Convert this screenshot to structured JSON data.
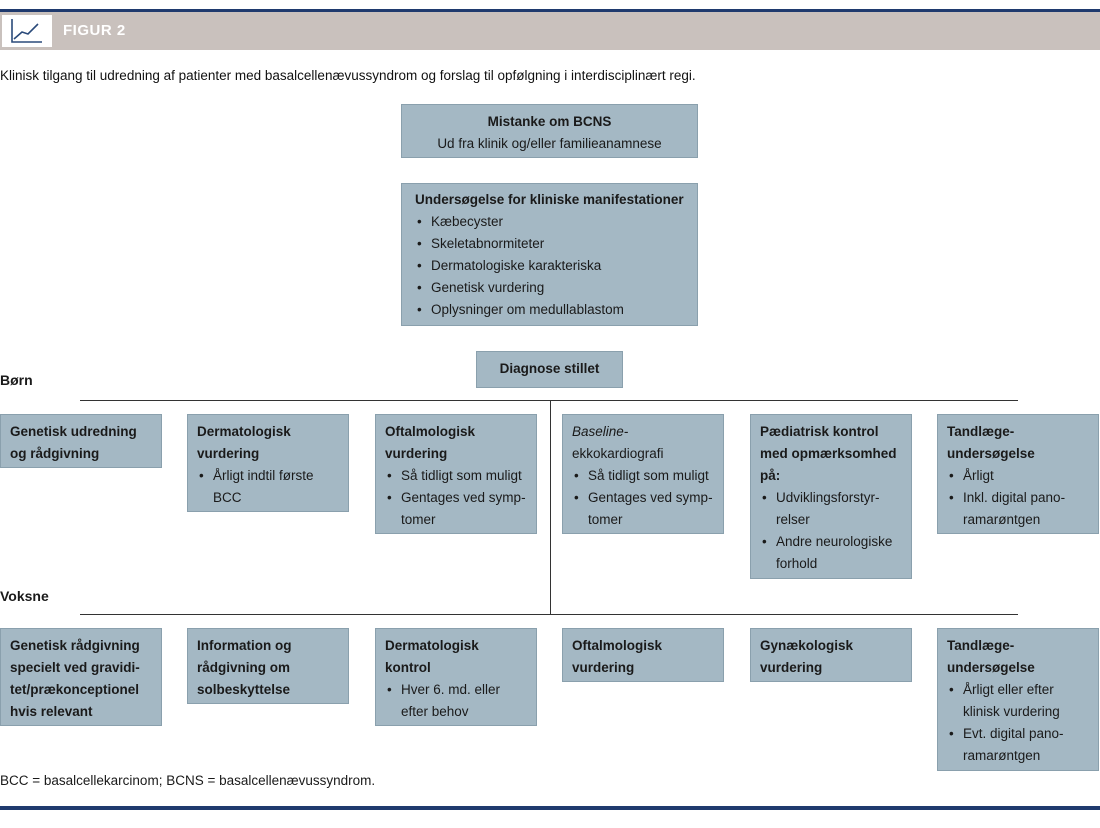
{
  "figure": {
    "label": "FIGUR 2",
    "icon": "line-chart-icon"
  },
  "caption": "Klinisk tilgang til udredning af patienter med basalcellenævussyndrom og forslag til opfølgning i interdisciplinært regi.",
  "top": {
    "suspicion": {
      "title": "Mistanke om BCNS",
      "subtitle": "Ud fra klinik og/eller familieanamnese"
    },
    "examination": {
      "title": "Undersøgelse for kliniske manifestationer",
      "items": [
        "Kæbecyster",
        "Skeletabnormiteter",
        "Dermatologiske karakteriska",
        "Genetisk vurdering",
        "Oplysninger om medullablastom"
      ]
    },
    "diagnosis": "Diagnose stillet"
  },
  "children": {
    "label": "Børn",
    "boxes": [
      {
        "title": [
          "Genetisk udredning",
          "og rådgivning"
        ],
        "items": []
      },
      {
        "title": [
          "Dermatologisk",
          "vurdering"
        ],
        "items": [
          [
            "Årligt indtil første",
            "BCC"
          ]
        ]
      },
      {
        "title": [
          "Oftalmologisk",
          "vurdering"
        ],
        "items": [
          [
            "Så tidligt som muligt"
          ],
          [
            "Gentages ved symp-",
            "tomer"
          ]
        ]
      },
      {
        "title_italic": "Baseline-",
        "title": [
          "ekkokardiografi"
        ],
        "items": [
          [
            "Så tidligt som muligt"
          ],
          [
            "Gentages ved symp-",
            "tomer"
          ]
        ]
      },
      {
        "title": [
          "Pædiatrisk kontrol",
          "med opmærksomhed",
          "på:"
        ],
        "items": [
          [
            "Udviklingsforstyr-",
            "relser"
          ],
          [
            "Andre neurologiske",
            "forhold"
          ]
        ]
      },
      {
        "title": [
          "Tandlæge-",
          "undersøgelse"
        ],
        "items": [
          [
            "Årligt"
          ],
          [
            "Inkl. digital pano-",
            "ramarøntgen"
          ]
        ]
      }
    ]
  },
  "adults": {
    "label": "Voksne",
    "boxes": [
      {
        "title": [
          "Genetisk rådgivning",
          "specielt ved gravidi-",
          "tet/prækonceptionel",
          "hvis relevant"
        ],
        "items": []
      },
      {
        "title": [
          "Information og",
          "rådgivning om",
          "solbeskyttelse"
        ],
        "items": []
      },
      {
        "title": [
          "Dermatologisk",
          "kontrol"
        ],
        "items": [
          [
            "Hver 6. md. eller",
            "efter behov"
          ]
        ]
      },
      {
        "title": [
          "Oftalmologisk",
          "vurdering"
        ],
        "items": []
      },
      {
        "title": [
          "Gynækologisk",
          "vurdering"
        ],
        "items": []
      },
      {
        "title": [
          "Tandlæge-",
          "undersøgelse"
        ],
        "items": [
          [
            "Årligt eller efter",
            "klinisk vurdering"
          ],
          [
            "Evt. digital pano-",
            "ramarøntgen"
          ]
        ]
      }
    ]
  },
  "footnote": "BCC = basalcellekarcinom; BCNS = basalcellenævussyndrom.",
  "colors": {
    "box_fill": "#a4b8c4",
    "header_band": "#c9c1bd",
    "rule": "#1f3a6e"
  }
}
